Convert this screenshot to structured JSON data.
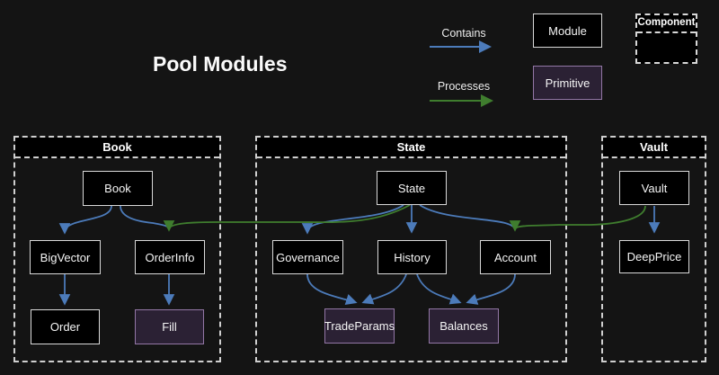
{
  "title": "Pool Modules",
  "legend": {
    "contains": "Contains",
    "processes": "Processes",
    "module": "Module",
    "primitive": "Primitive",
    "component": "Component"
  },
  "colors": {
    "background": "#141414",
    "contains_arrow": "#4c7bba",
    "processes_arrow": "#3f7d2e",
    "module_bg": "#000000",
    "module_border": "#d9d9d9",
    "primitive_bg": "#2b2134",
    "primitive_border": "#9377a6",
    "container_dash": "#cfcfcf"
  },
  "containers": {
    "book": {
      "title": "Book",
      "nodes": {
        "book": "Book",
        "bigvector": "BigVector",
        "orderinfo": "OrderInfo",
        "order": "Order",
        "fill": "Fill"
      }
    },
    "state": {
      "title": "State",
      "nodes": {
        "state": "State",
        "governance": "Governance",
        "history": "History",
        "account": "Account",
        "tradeparams": "TradeParams",
        "balances": "Balances"
      }
    },
    "vault": {
      "title": "Vault",
      "nodes": {
        "vault": "Vault",
        "deepprice": "DeepPrice"
      }
    }
  },
  "edges": {
    "contains": [
      [
        "Book",
        "BigVector"
      ],
      [
        "Book",
        "OrderInfo"
      ],
      [
        "BigVector",
        "Order"
      ],
      [
        "OrderInfo",
        "Fill"
      ],
      [
        "State",
        "Governance"
      ],
      [
        "State",
        "History"
      ],
      [
        "State",
        "Account"
      ],
      [
        "Governance",
        "TradeParams"
      ],
      [
        "History",
        "TradeParams"
      ],
      [
        "History",
        "Balances"
      ],
      [
        "Account",
        "Balances"
      ],
      [
        "Vault",
        "DeepPrice"
      ]
    ],
    "processes": [
      [
        "State",
        "OrderInfo"
      ],
      [
        "Vault",
        "Account"
      ]
    ]
  }
}
